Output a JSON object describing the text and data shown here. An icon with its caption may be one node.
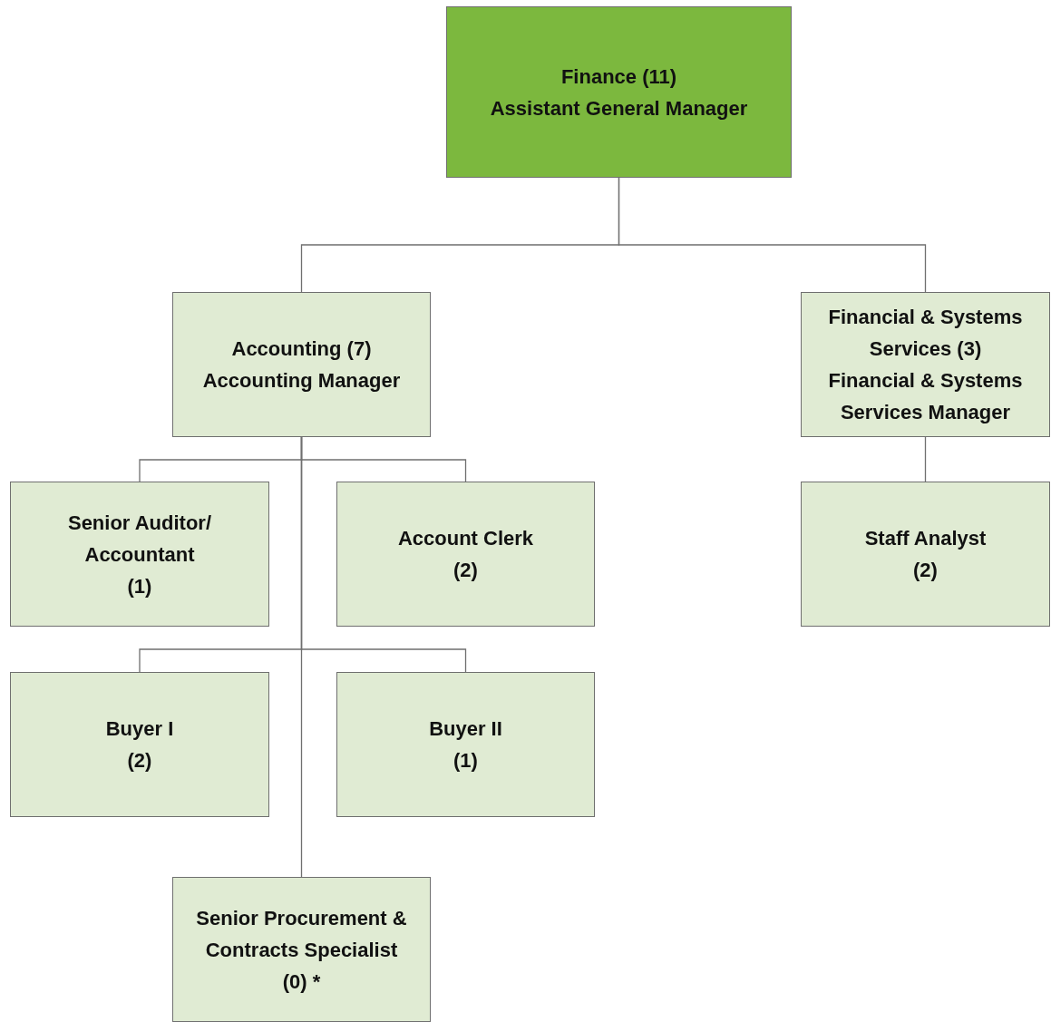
{
  "diagram": {
    "nodes": [
      {
        "text": [
          "Finance (11)",
          "Assistant General Manager"
        ]
      },
      {
        "text": [
          "Accounting (7)",
          "Accounting Manager"
        ]
      },
      {
        "text": [
          "Financial & Systems Services (3)",
          "Financial & Systems Services Manager"
        ]
      },
      {
        "text": [
          "Senior Auditor/ Accountant",
          "(1)"
        ]
      },
      {
        "text": [
          "Account Clerk",
          "(2)"
        ]
      },
      {
        "text": [
          "Staff Analyst",
          "(2)"
        ]
      },
      {
        "text": [
          "Buyer I",
          "(2)"
        ]
      },
      {
        "text": [
          "Buyer II",
          "(1)"
        ]
      },
      {
        "text": [
          "Senior Procurement & Contracts Specialist",
          "(0) *"
        ]
      }
    ],
    "edges": [
      {
        "from": 0,
        "to": 1,
        "arrow": "none"
      },
      {
        "from": 0,
        "to": 2,
        "arrow": "none"
      },
      {
        "from": 1,
        "to": 3,
        "arrow": "none"
      },
      {
        "from": 1,
        "to": 4,
        "arrow": "none"
      },
      {
        "from": 2,
        "to": 5,
        "arrow": "none"
      },
      {
        "from": 1,
        "to": 6,
        "arrow": "none"
      },
      {
        "from": 1,
        "to": 7,
        "arrow": "none"
      },
      {
        "from": 1,
        "to": 8,
        "arrow": "none"
      }
    ]
  }
}
